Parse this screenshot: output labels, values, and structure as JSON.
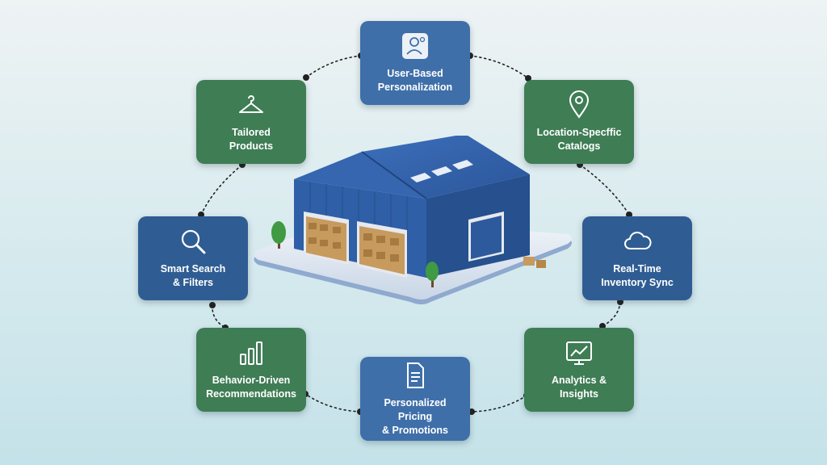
{
  "colors": {
    "card_blue": "#3f6fa9",
    "card_navy": "#2f5d93",
    "card_green": "#3f7d55",
    "connector": "#222222",
    "warehouse_blue": "#2f5fa6"
  },
  "nodes": [
    {
      "id": "user-based-personalization",
      "label": "User-Based\nPersonalization",
      "icon": "user-settings-icon",
      "color": "blue"
    },
    {
      "id": "location-specific-catalogs",
      "label": "Location-Specffic\nCatalogs",
      "icon": "map-pin-icon",
      "color": "green"
    },
    {
      "id": "real-time-inventory-sync",
      "label": "Real-Time\nInventory Sync",
      "icon": "cloud-icon",
      "color": "navy"
    },
    {
      "id": "analytics-insights",
      "label": "Analytics &\nInsights",
      "icon": "line-chart-icon",
      "color": "green"
    },
    {
      "id": "personalized-pricing-promotions",
      "label": "Personalized Pricing\n& Promotions",
      "icon": "document-icon",
      "color": "blue"
    },
    {
      "id": "behavior-driven-recommendations",
      "label": "Behavior-Driven\nRecommendations",
      "icon": "bar-chart-icon",
      "color": "green"
    },
    {
      "id": "smart-search-filters",
      "label": "Smart Search\n& Filters",
      "icon": "search-icon",
      "color": "navy"
    },
    {
      "id": "tailored-products",
      "label": "Tailored\nProducts",
      "icon": "hanger-icon",
      "color": "green"
    }
  ],
  "center": {
    "icon": "warehouse-illustration"
  }
}
